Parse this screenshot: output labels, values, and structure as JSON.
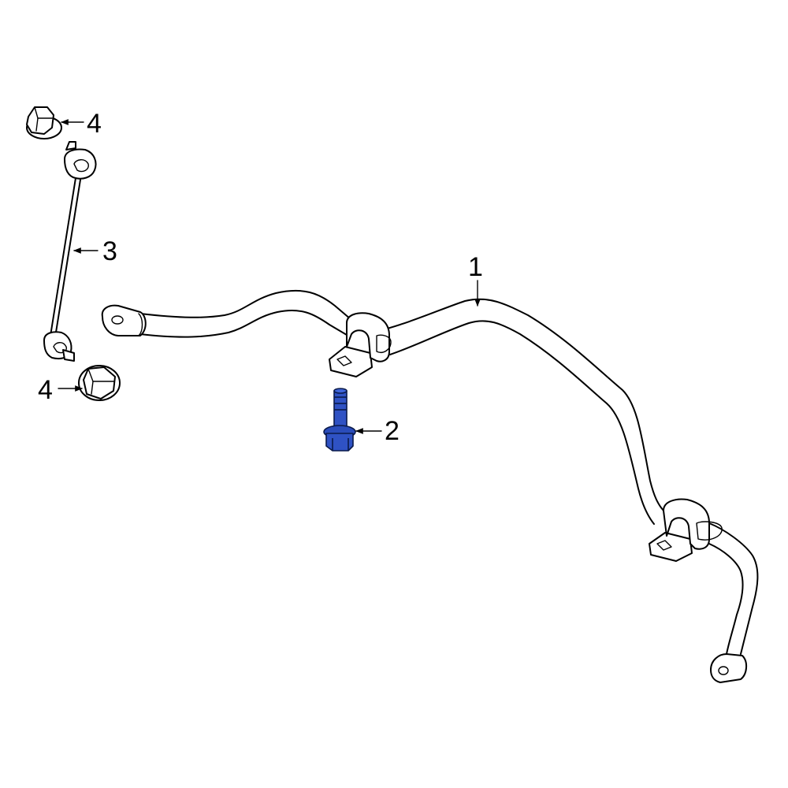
{
  "callouts": [
    {
      "id": "1",
      "label": "1",
      "part": "stabilizer-bar"
    },
    {
      "id": "2",
      "label": "2",
      "part": "bolt"
    },
    {
      "id": "3",
      "label": "3",
      "part": "stabilizer-link"
    },
    {
      "id": "4a",
      "label": "4",
      "part": "nut"
    },
    {
      "id": "4b",
      "label": "4",
      "part": "nut"
    }
  ],
  "colors": {
    "line": "#000000",
    "highlight": "#2f52c4",
    "highlight_dark": "#1a3a9a",
    "background": "#ffffff"
  }
}
